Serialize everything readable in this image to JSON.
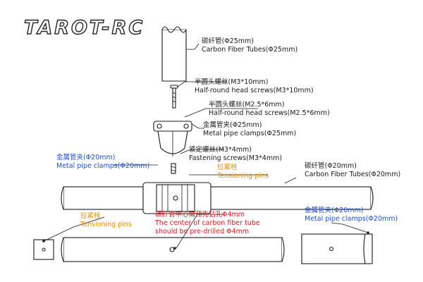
{
  "brand": {
    "logo_text": "TAROT-RC",
    "logo_color": "#222222"
  },
  "colors": {
    "text": "#1a1a1a",
    "blue": "#1f4fd0",
    "orange": "#e88a00",
    "red": "#e0151a"
  },
  "labels": {
    "carbon25_cn": "碳纤管(Φ25mm)",
    "carbon25_en": "Carbon Fiber Tubes(Φ25mm)",
    "screw10_cn": "半圆头螺丝(M3*10mm)",
    "screw10_en": "Half-round head screws(M3*10mm)",
    "screw6_cn": "半圆头螺丝(M2.5*6mm)",
    "screw6_en": "Half-round head screws(M2.5*6mm)",
    "clamp25_cn": "金属管夹(Φ25mm)",
    "clamp25_en": "Metal pipe clamps(Φ25mm)",
    "fasten_cn": "紧定螺丝(M3*4mm)",
    "fasten_en": "Fastening screws(M3*4mm)",
    "clamp20_left_cn": "金属管夹(Φ20mm)",
    "clamp20_left_en": "Metal pipe clamps(Φ20mm)",
    "pin_top_cn": "拉紧栓",
    "pin_top_en": "Tensioning pins",
    "carbon20_cn": "碳纤管(Φ20mm)",
    "carbon20_en": "Carbon Fiber Tubes(Φ20mm)",
    "pin_bot_cn": "拉紧栓",
    "pin_bot_en": "Tensioning pins",
    "drill_cn": "碳纤管中心需预先钻孔Φ4mm",
    "drill_en1": "The center of carbon fiber tube",
    "drill_en2": "should be pre-drilled Φ4mm",
    "clamp20_right_cn": "金属管夹(Φ20mm)",
    "clamp20_right_en": "Metal pipe clamps(Φ20mm)"
  }
}
